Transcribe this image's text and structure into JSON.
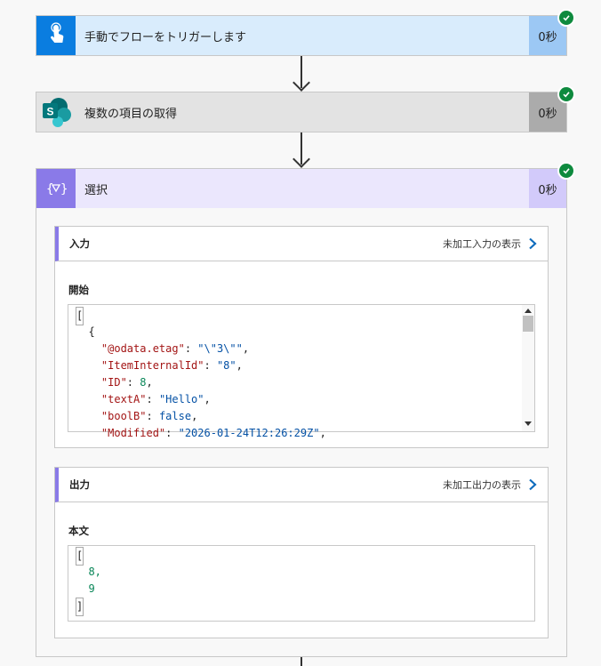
{
  "steps": [
    {
      "title": "手動でフローをトリガーします",
      "duration": "0秒",
      "icon": "touch-hand-icon",
      "color": "#0a7de0"
    },
    {
      "title": "複数の項目の取得",
      "duration": "0秒",
      "icon": "sharepoint-icon",
      "color": "#038387"
    },
    {
      "title": "選択",
      "duration": "0秒",
      "icon": "select-icon",
      "color": "#8a7ae8"
    }
  ],
  "input_panel": {
    "label": "入力",
    "link": "未加工入力の表示",
    "field_label": "開始",
    "code_lines": [
      "[",
      "  {",
      "    \"@odata.etag\": \"\\\"3\\\"\",",
      "    \"ItemInternalId\": \"8\",",
      "    \"ID\": 8,",
      "    \"textA\": \"Hello\",",
      "    \"boolB\": false,",
      "    \"Modified\": \"2026-01-24T12:26:29Z\","
    ]
  },
  "output_panel": {
    "label": "出力",
    "link": "未加工出力の表示",
    "field_label": "本文",
    "code_lines": [
      "[",
      "  8,",
      "  9",
      "]"
    ]
  },
  "colors": {
    "trigger_bg": "#d9ecfc",
    "trigger_dur_bg": "#9cc8f4",
    "sp_bg": "#e3e3e3",
    "sp_dur_bg": "#ababab",
    "select_bg": "#ebe7fd",
    "select_dur_bg": "#d2cafa",
    "success": "#0e8a3e",
    "link_chevron": "#0f6cbd"
  }
}
